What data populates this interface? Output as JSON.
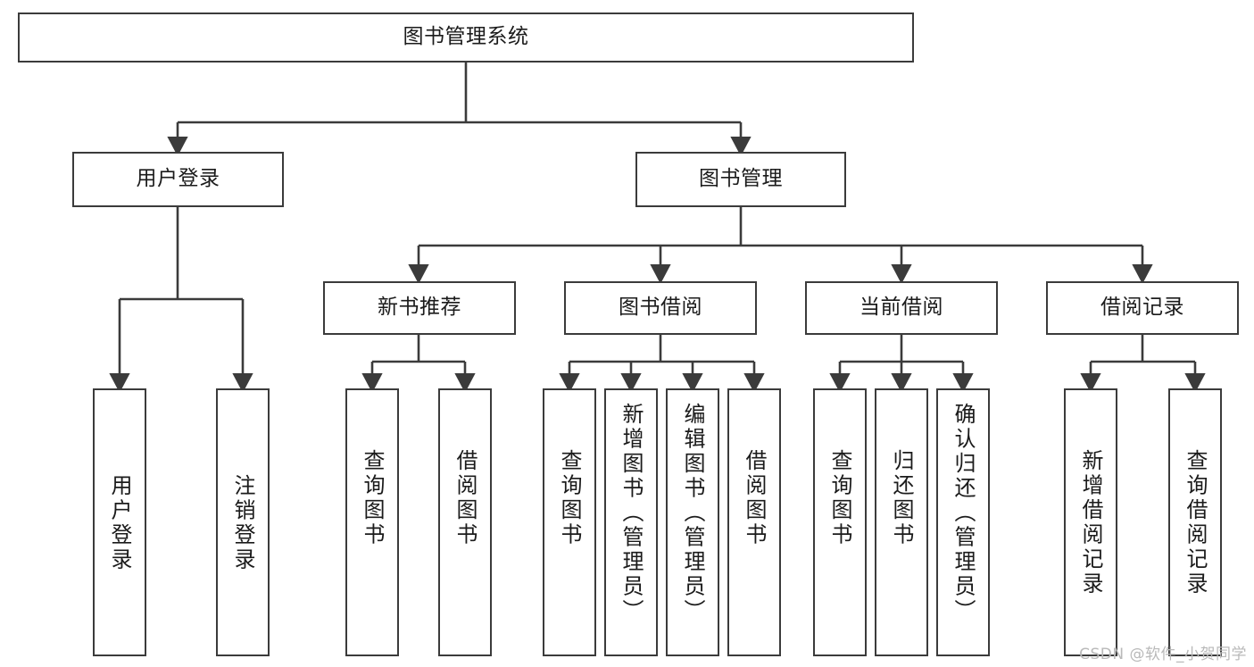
{
  "diagram": {
    "title_node": {
      "id": "root",
      "label": "图书管理系统"
    },
    "level2": [
      {
        "id": "user-login",
        "label": "用户登录"
      },
      {
        "id": "book-management",
        "label": "图书管理"
      }
    ],
    "level3": [
      {
        "id": "new-book-recommend",
        "label": "新书推荐"
      },
      {
        "id": "book-borrow",
        "label": "图书借阅"
      },
      {
        "id": "current-borrow",
        "label": "当前借阅"
      },
      {
        "id": "borrow-record",
        "label": "借阅记录"
      }
    ],
    "leaves": {
      "user_login": [
        {
          "id": "leaf-user-login",
          "label": "用户登录"
        },
        {
          "id": "leaf-logout-login",
          "label": "注销登录"
        }
      ],
      "new_book_recommend": [
        {
          "id": "leaf-query-book-1",
          "label": "查询图书"
        },
        {
          "id": "leaf-borrow-book-1",
          "label": "借阅图书"
        }
      ],
      "book_borrow": [
        {
          "id": "leaf-query-book-2",
          "label": "查询图书"
        },
        {
          "id": "leaf-add-book",
          "label": "新增图书（管理员）"
        },
        {
          "id": "leaf-edit-book",
          "label": "编辑图书（管理员）"
        },
        {
          "id": "leaf-borrow-book-2",
          "label": "借阅图书"
        }
      ],
      "current_borrow": [
        {
          "id": "leaf-query-book-3",
          "label": "查询图书"
        },
        {
          "id": "leaf-return-book",
          "label": "归还图书"
        },
        {
          "id": "leaf-confirm-return",
          "label": "确认归还（管理员）"
        }
      ],
      "borrow_record": [
        {
          "id": "leaf-add-record",
          "label": "新增借阅记录"
        },
        {
          "id": "leaf-query-record",
          "label": "查询借阅记录"
        }
      ]
    }
  },
  "watermark": {
    "text": "CSDN @软件_小贺同学"
  },
  "colors": {
    "border": "#3b3b3b",
    "background": "#ffffff",
    "text": "#1b1b1b",
    "watermark": "#b9b9b9"
  }
}
